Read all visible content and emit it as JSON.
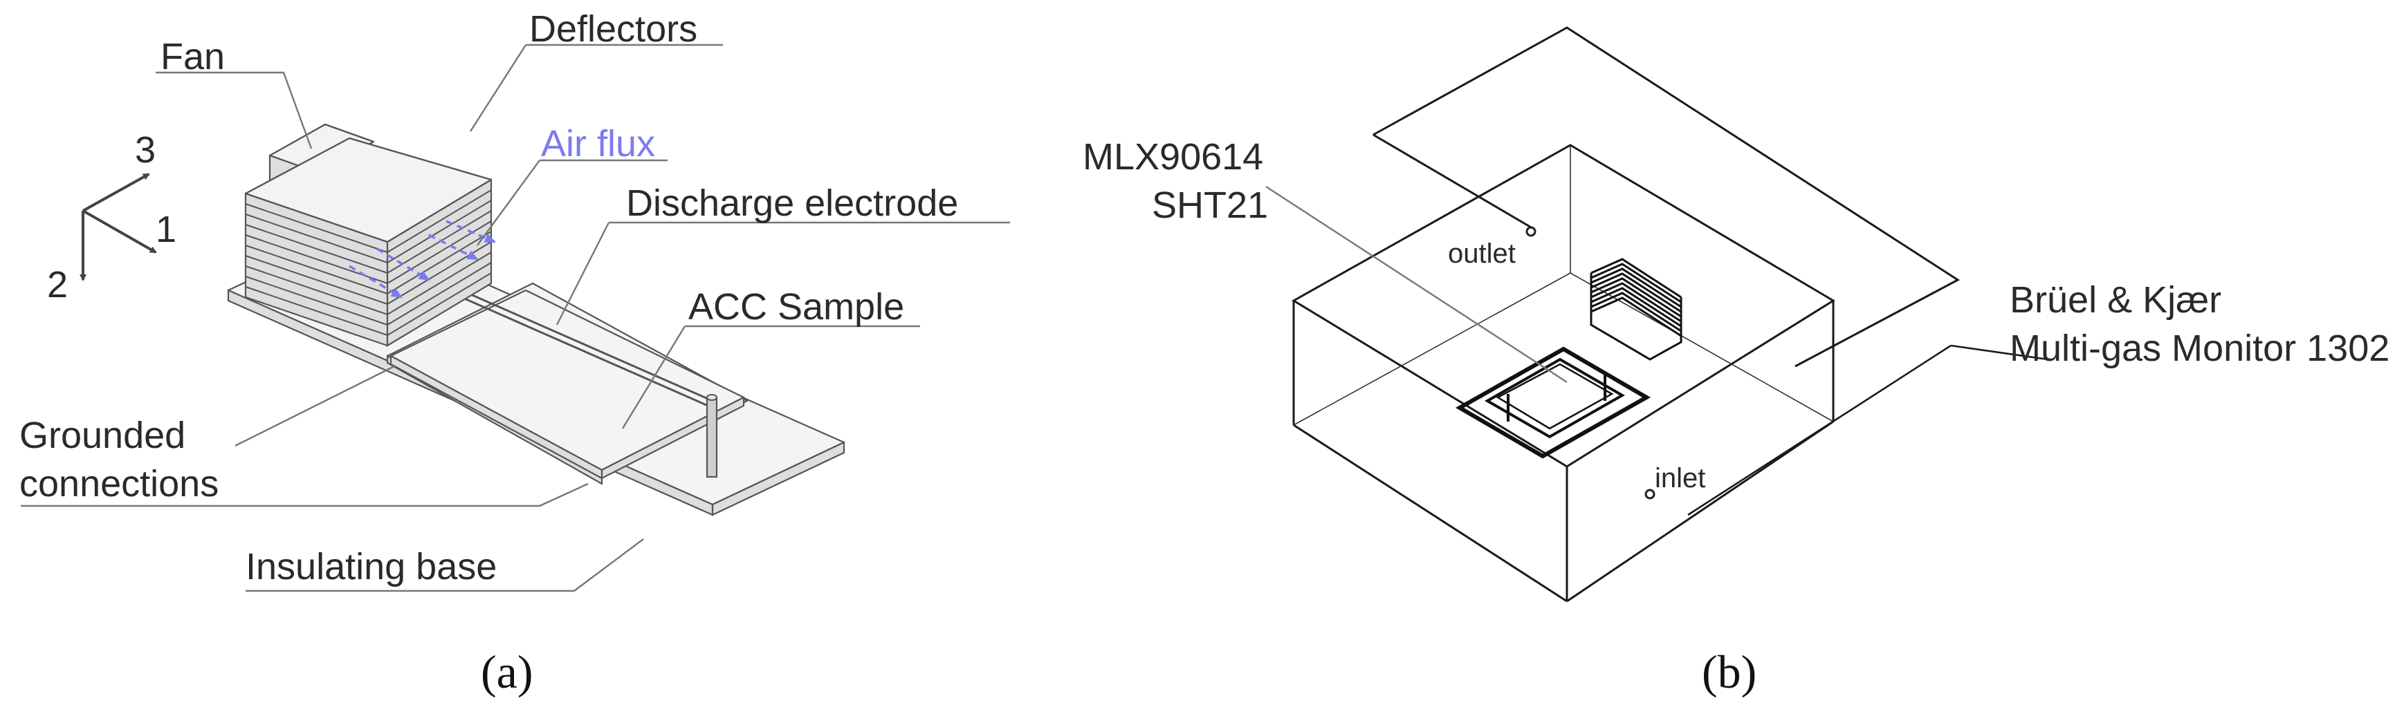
{
  "panel_a": {
    "caption": "(a)",
    "labels": {
      "fan": "Fan",
      "deflectors": "Deflectors",
      "air_flux": "Air flux",
      "discharge_electrode": "Discharge electrode",
      "acc_sample": "ACC Sample",
      "grounded_line1": "Grounded",
      "grounded_line2": "connections",
      "insulating_base": "Insulating base"
    },
    "axes": {
      "x": "1",
      "y": "2",
      "z": "3"
    }
  },
  "panel_b": {
    "caption": "(b)",
    "labels": {
      "sensor1": "MLX90614",
      "sensor2": "SHT21",
      "outlet": "outlet",
      "inlet": "inlet",
      "monitor_line1": "Brüel & Kjær",
      "monitor_line2": "Multi-gas Monitor 1302"
    }
  },
  "colors": {
    "air_flux": "#7b7bf0",
    "lines": "#555555",
    "box": "#1a1a1a"
  }
}
